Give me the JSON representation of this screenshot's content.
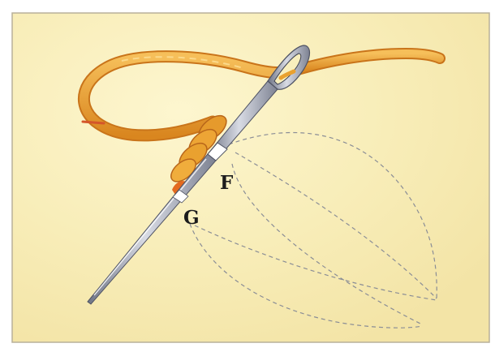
{
  "points": {
    "f": "F",
    "g": "G"
  },
  "icons": [
    "needle-icon",
    "thread-icon",
    "leaf-outline"
  ],
  "colors": {
    "background": "#f8efbd",
    "border": "#b8b09a",
    "thread": "#e9a12f",
    "thread_dark": "#c9741a",
    "needle": "#9aa0ae",
    "needle_shine": "#ffffff",
    "stitch_guide": "#8a8d96"
  }
}
